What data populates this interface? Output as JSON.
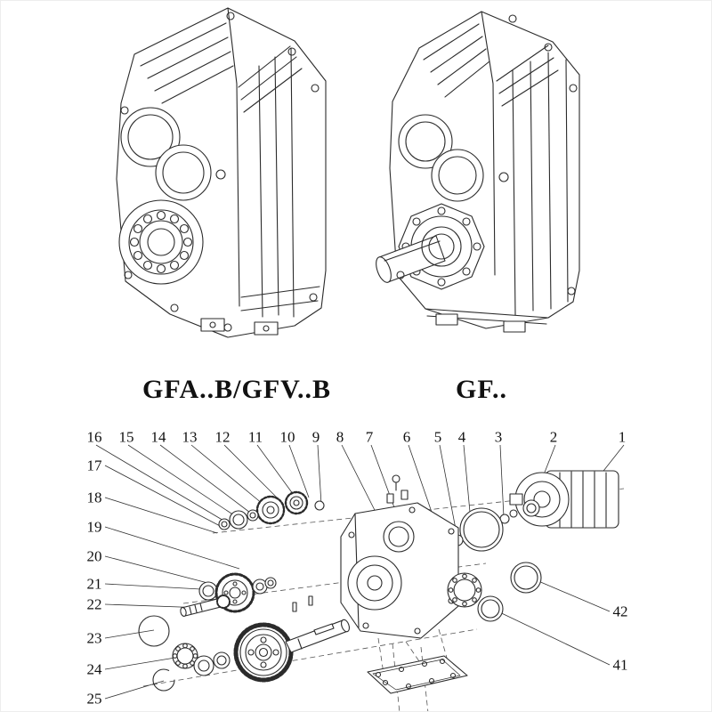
{
  "page": {
    "background_color": "#ffffff",
    "line_color": "#2b2b2b"
  },
  "models": {
    "left_label": "GFA..B/GFV..B",
    "right_label": "GF.."
  },
  "exploded": {
    "callouts": {
      "top": [
        "16",
        "15",
        "14",
        "13",
        "12",
        "11",
        "10",
        "9",
        "8",
        "7",
        "6",
        "5",
        "4",
        "3",
        "2",
        "1"
      ],
      "left": [
        "17",
        "18",
        "19",
        "20",
        "21",
        "22",
        "23",
        "24",
        "25"
      ],
      "right": [
        "42",
        "41"
      ]
    }
  }
}
